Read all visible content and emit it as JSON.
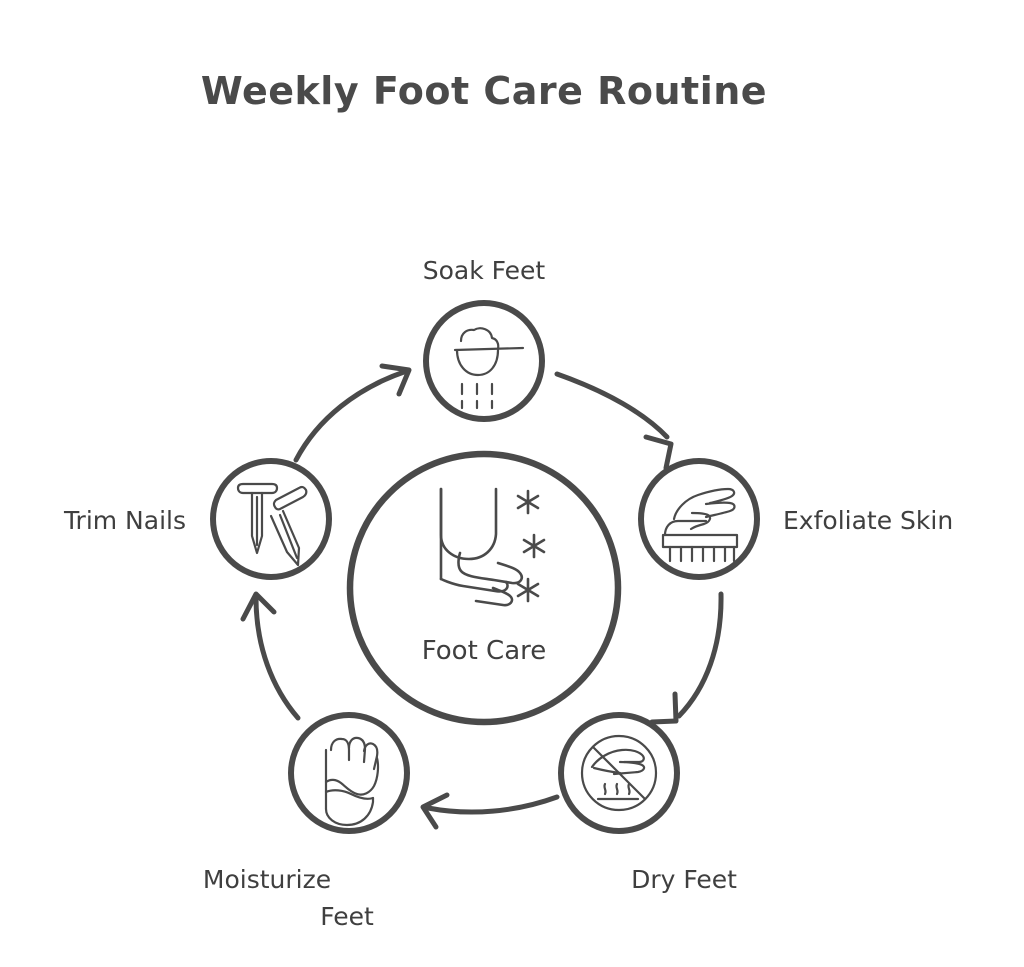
{
  "page": {
    "title": "Weekly Foot Care Routine",
    "background_color": "#ffffff",
    "ink_color": "#4a4a4a"
  },
  "center": {
    "label": "Foot Care",
    "icon": "foot-sparkle-icon"
  },
  "nodes": [
    {
      "id": "soak-feet",
      "label": "Soak Feet",
      "icon": "shower-head-icon",
      "position": "top",
      "order": 1
    },
    {
      "id": "exfoliate-skin",
      "label": "Exfoliate Skin",
      "icon": "hand-scrub-brush-icon",
      "position": "right",
      "order": 2
    },
    {
      "id": "dry-feet",
      "label": "Dry Feet",
      "icon": "no-hand-dryer-icon",
      "position": "bottom-right",
      "order": 3
    },
    {
      "id": "moisturize-feet",
      "label": "Moisturize Feet",
      "label_lines": [
        "Moisturize",
        "Feet"
      ],
      "icon": "footprint-icon",
      "position": "bottom-left",
      "order": 4
    },
    {
      "id": "trim-nails",
      "label": "Trim Nails",
      "icon": "two-nails-icon",
      "position": "left",
      "order": 5
    }
  ],
  "arrows": [
    {
      "id": "arrow-soak-to-exfoliate",
      "from": "soak-feet",
      "to": "exfoliate-skin"
    },
    {
      "id": "arrow-exfoliate-to-dry",
      "from": "exfoliate-skin",
      "to": "dry-feet"
    },
    {
      "id": "arrow-dry-to-moisturize",
      "from": "dry-feet",
      "to": "moisturize-feet"
    },
    {
      "id": "arrow-moisturize-to-trim",
      "from": "moisturize-feet",
      "to": "trim-nails"
    },
    {
      "id": "arrow-trim-to-soak",
      "from": "trim-nails",
      "to": "soak-feet"
    }
  ],
  "chart_data": {
    "type": "diagram",
    "diagram_kind": "cycle",
    "title": "Weekly Foot Care Routine",
    "hub": "Foot Care",
    "steps": [
      "Soak Feet",
      "Exfoliate Skin",
      "Dry Feet",
      "Moisturize Feet",
      "Trim Nails"
    ],
    "direction": "clockwise",
    "step_count": 5
  }
}
